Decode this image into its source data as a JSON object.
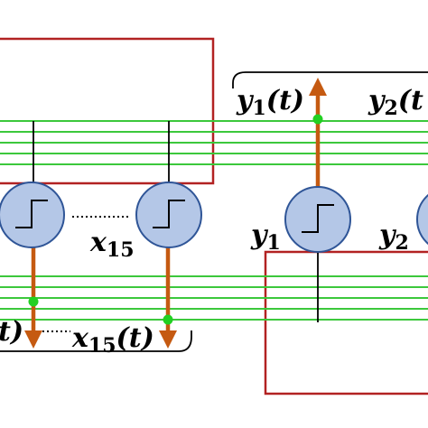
{
  "colors": {
    "box_border": "#b22222",
    "bus_line": "#3cc83c",
    "neuron_fill": "#b4c7e7",
    "neuron_stroke": "#2f5597",
    "arrow": "#c55a11",
    "node_dot": "#22d022",
    "wire": "#000000",
    "bracket": "#000000"
  },
  "labels": {
    "x15_base": "x",
    "x15_sub": "15",
    "x15t_base": "x",
    "x15t_sub": "15",
    "x15t_suffix": "(t)",
    "partial_t_left": "t)",
    "y1_base": "y",
    "y1_sub": "1",
    "y2_base": "y",
    "y2_sub": "2",
    "y1t_base": "y",
    "y1t_sub": "1",
    "y1t_suffix": "(t)",
    "y2t_base": "y",
    "y2t_sub": "2",
    "y2t_suffix": "(t"
  }
}
